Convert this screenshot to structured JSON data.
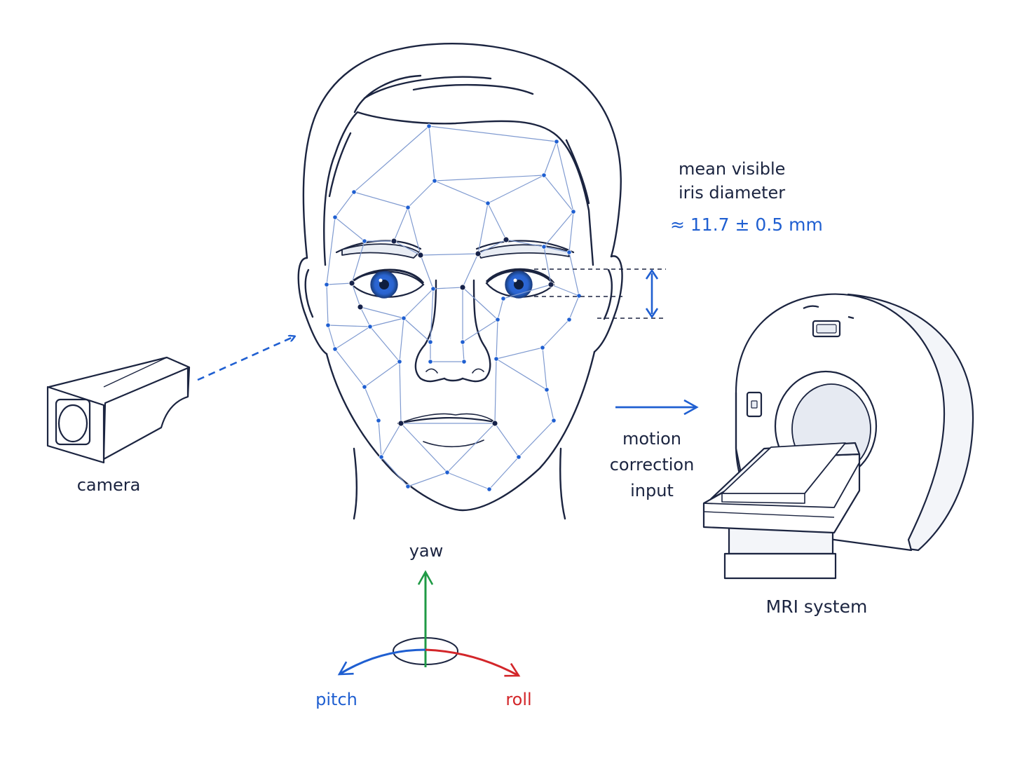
{
  "labels": {
    "camera": "camera",
    "iris_line1": "mean visible",
    "iris_line2": "iris diameter",
    "iris_value": "≈ 11.7 ± 0.5 mm",
    "motion_line1": "motion",
    "motion_line2": "correction",
    "motion_line3": "input",
    "mri": "MRI system",
    "yaw": "yaw",
    "pitch": "pitch",
    "roll": "roll"
  },
  "colors": {
    "ink": "#1b2440",
    "blue": "#1f5fd1",
    "red": "#d3262a",
    "green": "#1f9a45",
    "mesh": "#7f9ad0"
  },
  "icons": [
    "camera-icon",
    "face-landmark-mesh",
    "mri-scanner-icon",
    "rotation-axes-icon"
  ]
}
